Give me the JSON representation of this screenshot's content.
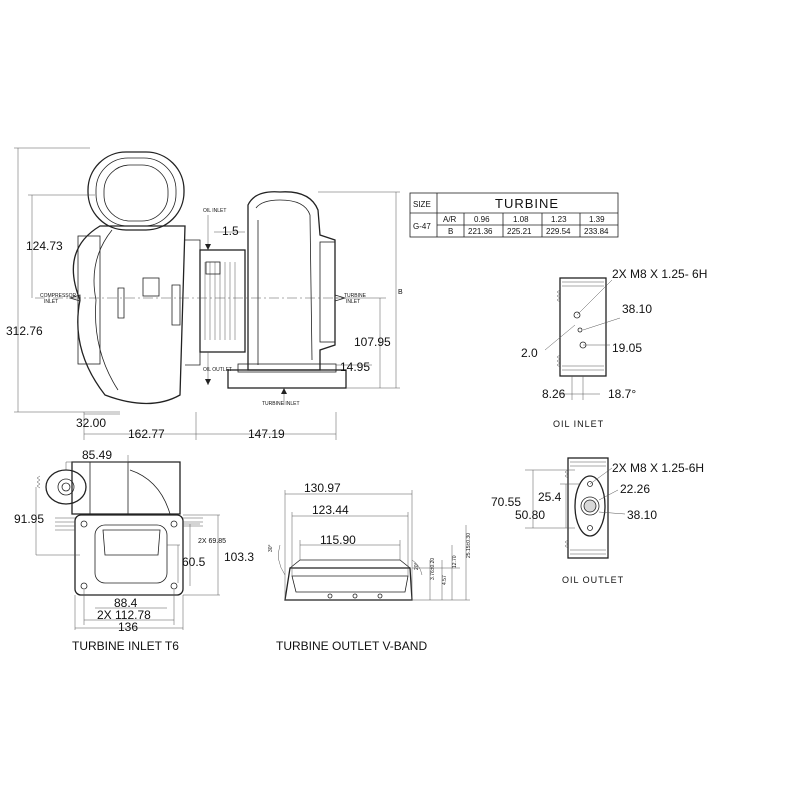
{
  "main_view": {
    "dims": {
      "d_124_73": "124.73",
      "d_312_76": "312.76",
      "d_32_00": "32.00",
      "d_162_77": "162.77",
      "d_147_19": "147.19",
      "d_1_5": "1.5",
      "d_107_95": "107.95",
      "d_14_95": "14.95",
      "b_label": "B"
    },
    "labels": {
      "compressor_inlet_1": "COMPRESSOR",
      "compressor_inlet_2": "INLET",
      "turbine_inlet_1": "TURBINE",
      "turbine_inlet_2": "INLET",
      "oil_inlet": "OIL INLET",
      "oil_outlet": "OIL OUTLET",
      "turbine_inlet_bottom": "TURBINE INLET"
    }
  },
  "turbine_table": {
    "title": "TURBINE",
    "size_header": "SIZE",
    "size_value": "G-47",
    "row_ar_label": "A/R",
    "row_b_label": "B",
    "ar_values": [
      "0.96",
      "1.08",
      "1.23",
      "1.39"
    ],
    "b_values": [
      "221.36",
      "225.21",
      "229.54",
      "233.84"
    ]
  },
  "oil_inlet_view": {
    "thread": "2X M8 X 1.25- 6H",
    "d_38_10": "38.10",
    "d_2_0": "2.0",
    "d_19_05": "19.05",
    "d_8_26": "8.26",
    "d_18_7": "18.7°",
    "caption": "OIL INLET"
  },
  "oil_outlet_view": {
    "thread": "2X M8 X 1.25-6H",
    "d_70_55": "70.55",
    "d_25_4": "25.4",
    "d_22_26": "22.26",
    "d_50_80": "50.80",
    "d_38_10": "38.10",
    "caption": "OIL OUTLET"
  },
  "turbine_inlet_view": {
    "d_85_49": "85.49",
    "d_91_95": "91.95",
    "d_2x_69_85": "2X 69.85",
    "d_60_5": "60.5",
    "d_103_3": "103.3",
    "d_88_4": "88.4",
    "d_2x_112_78": "2X   112.78",
    "d_136": "136",
    "caption": "TURBINE INLET T6"
  },
  "turbine_outlet_view": {
    "d_130_97": "130.97",
    "d_123_44": "123.44",
    "d_115_90": "115.90",
    "d_30": "30°",
    "d_20": "20°",
    "d_3_76": "3.76±0.20",
    "d_4_57": "4.57",
    "d_12_70": "12.70",
    "d_25_15": "25.15±0.30",
    "caption": "TURBINE OUTLET V-BAND"
  }
}
